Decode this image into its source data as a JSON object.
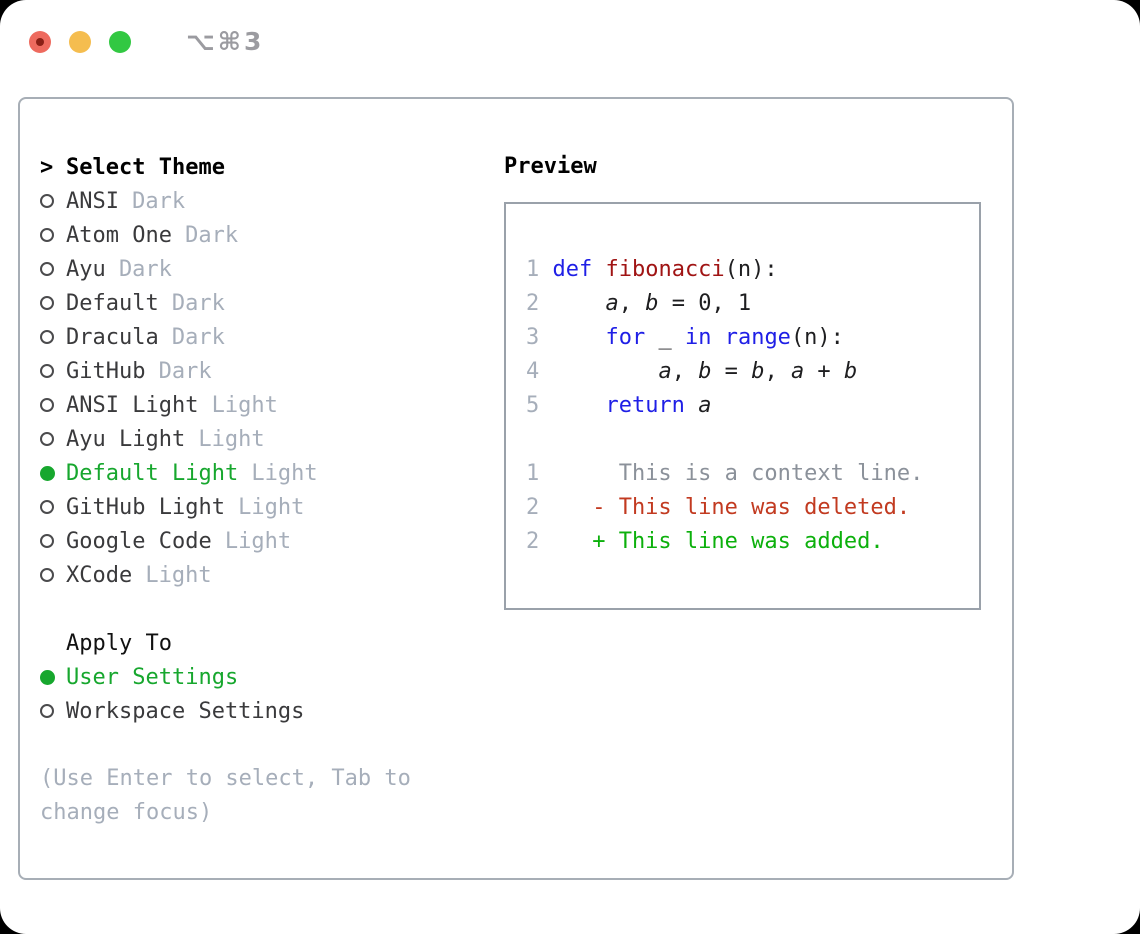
{
  "window": {
    "titlebar": {
      "title": "⌥⌘3",
      "buttons": [
        "close",
        "minimize",
        "zoom"
      ]
    }
  },
  "colors": {
    "accent_green": "#17a72e",
    "keyword_blue": "#1f1fe6",
    "function_red": "#a01414",
    "deleted_red": "#c23a20",
    "added_green": "#0cb00c",
    "muted_gray": "#a6aeba",
    "context_gray": "#8b919a",
    "traffic_red": "#ee6a5e",
    "traffic_yellow": "#f5bd4f",
    "traffic_green": "#32c842"
  },
  "theme_panel": {
    "header": {
      "cursor": ">",
      "label": "Select Theme"
    },
    "themes": [
      {
        "name": "ANSI",
        "variant": "Dark",
        "selected": false
      },
      {
        "name": "Atom One",
        "variant": "Dark",
        "selected": false
      },
      {
        "name": "Ayu",
        "variant": "Dark",
        "selected": false
      },
      {
        "name": "Default",
        "variant": "Dark",
        "selected": false
      },
      {
        "name": "Dracula",
        "variant": "Dark",
        "selected": false
      },
      {
        "name": "GitHub",
        "variant": "Dark",
        "selected": false
      },
      {
        "name": "ANSI Light",
        "variant": "Light",
        "selected": false
      },
      {
        "name": "Ayu Light",
        "variant": "Light",
        "selected": false
      },
      {
        "name": "Default Light",
        "variant": "Light",
        "selected": true
      },
      {
        "name": "GitHub Light",
        "variant": "Light",
        "selected": false
      },
      {
        "name": "Google Code",
        "variant": "Light",
        "selected": false
      },
      {
        "name": "XCode",
        "variant": "Light",
        "selected": false
      }
    ],
    "apply_to": {
      "label": "Apply To",
      "options": [
        {
          "name": "User Settings",
          "selected": true
        },
        {
          "name": "Workspace Settings",
          "selected": false
        }
      ]
    },
    "hint": "(Use Enter to select, Tab to change focus)"
  },
  "preview": {
    "label": "Preview",
    "lines": [
      {
        "num": "1",
        "tokens": [
          {
            "t": "def",
            "c": "kw"
          },
          {
            "t": " ",
            "c": "p"
          },
          {
            "t": "fibonacci",
            "c": "fn"
          },
          {
            "t": "(n):",
            "c": "p"
          }
        ]
      },
      {
        "num": "2",
        "tokens": [
          {
            "t": "    ",
            "c": "p"
          },
          {
            "t": "a",
            "c": "var"
          },
          {
            "t": ", ",
            "c": "p"
          },
          {
            "t": "b",
            "c": "var"
          },
          {
            "t": " = 0, 1",
            "c": "p"
          }
        ]
      },
      {
        "num": "3",
        "tokens": [
          {
            "t": "    ",
            "c": "p"
          },
          {
            "t": "for",
            "c": "kw"
          },
          {
            "t": " _ ",
            "c": "p"
          },
          {
            "t": "in",
            "c": "kw"
          },
          {
            "t": " ",
            "c": "p"
          },
          {
            "t": "range",
            "c": "kw"
          },
          {
            "t": "(n):",
            "c": "p"
          }
        ]
      },
      {
        "num": "4",
        "tokens": [
          {
            "t": "        ",
            "c": "p"
          },
          {
            "t": "a",
            "c": "var"
          },
          {
            "t": ", ",
            "c": "p"
          },
          {
            "t": "b",
            "c": "var"
          },
          {
            "t": " = ",
            "c": "p"
          },
          {
            "t": "b",
            "c": "var"
          },
          {
            "t": ", ",
            "c": "p"
          },
          {
            "t": "a",
            "c": "var"
          },
          {
            "t": " + ",
            "c": "p"
          },
          {
            "t": "b",
            "c": "var"
          }
        ]
      },
      {
        "num": "5",
        "tokens": [
          {
            "t": "    ",
            "c": "p"
          },
          {
            "t": "return",
            "c": "kw"
          },
          {
            "t": " ",
            "c": "p"
          },
          {
            "t": "a",
            "c": "var"
          }
        ]
      },
      {
        "num": "",
        "tokens": []
      },
      {
        "num": "1",
        "tokens": [
          {
            "t": "     This is a context line.",
            "c": "ctx"
          }
        ]
      },
      {
        "num": "2",
        "tokens": [
          {
            "t": "   - This line was deleted.",
            "c": "del"
          }
        ]
      },
      {
        "num": "2",
        "tokens": [
          {
            "t": "   + This line was added.",
            "c": "add"
          }
        ]
      }
    ]
  }
}
